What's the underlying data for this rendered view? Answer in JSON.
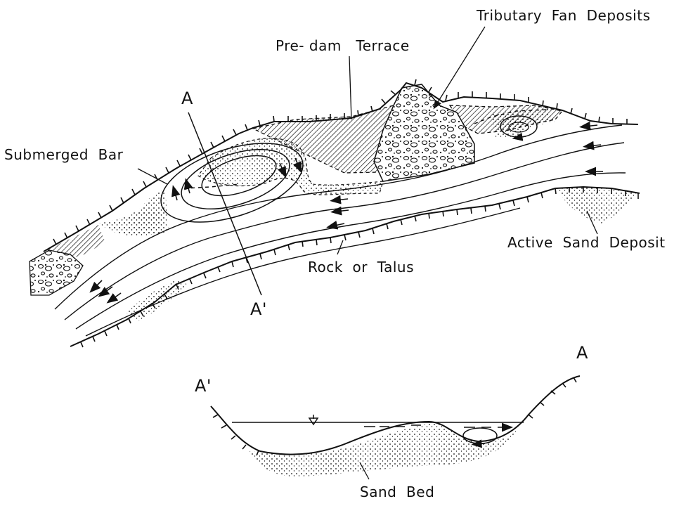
{
  "labels": {
    "tributary_fan_deposits": "Tributary  Fan  Deposits",
    "pre_dam_terrace": "Pre- dam   Terrace",
    "submerged_bar": "Submerged  Bar",
    "active_sand_deposit": "Active  Sand  Deposit",
    "rock_or_talus": "Rock  or  Talus",
    "sand_bed": "Sand  Bed",
    "section_a_top": "A",
    "section_a_prime_top": "A'",
    "section_a_prime_profile": "A'",
    "section_a_profile": "A"
  },
  "colors": {
    "ink": "#111111",
    "background": "#ffffff"
  }
}
